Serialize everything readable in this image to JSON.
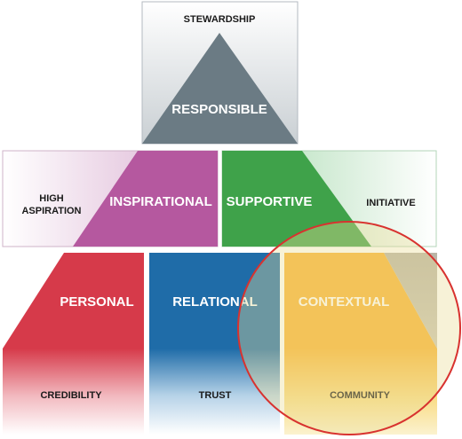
{
  "top": {
    "outer_label": "STEWARDSHIP",
    "inner_label": "RESPONSIBLE"
  },
  "middle": {
    "left_outer_label_line1": "HIGH",
    "left_outer_label_line2": "ASPIRATION",
    "left_inner_label": "INSPIRATIONAL",
    "right_inner_label": "SUPPORTIVE",
    "right_outer_label": "INITIATIVE"
  },
  "bottom": {
    "personal_label": "PERSONAL",
    "relational_label": "RELATIONAL",
    "contextual_label": "CONTEXTUAL",
    "credibility_label": "CREDIBILITY",
    "trust_label": "TRUST",
    "community_label": "COMMUNITY"
  },
  "colors": {
    "responsible": "#6b7b84",
    "inspirational": "#b5589f",
    "supportive": "#3fa24a",
    "personal": "#d63a4a",
    "relational": "#1f6ca8",
    "contextual": "#f9b435",
    "highlight_ring": "#d8322f"
  }
}
